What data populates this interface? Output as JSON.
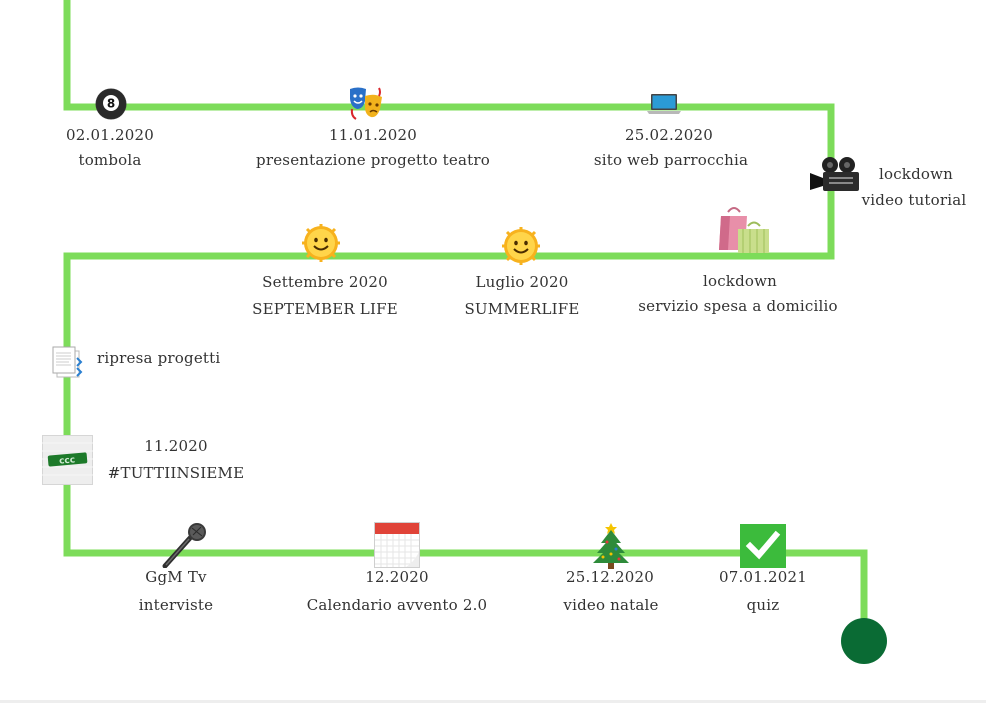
{
  "colors": {
    "path": "#7ddc5a",
    "end_dot": "#0a6b34"
  },
  "events": {
    "tombola": {
      "date": "02.01.2020",
      "title": "tombola",
      "icon": "billiard-8-ball-icon"
    },
    "teatro": {
      "date": "11.01.2020",
      "title": "presentazione progetto teatro",
      "icon": "theater-masks-icon"
    },
    "sito": {
      "date": "25.02.2020",
      "title": "sito web parrocchia",
      "icon": "laptop-icon"
    },
    "video_tutorial": {
      "line1": "lockdown",
      "line2": "video tutorial",
      "icon": "movie-camera-icon"
    },
    "spesa": {
      "line1": "lockdown",
      "line2": "servizio spesa a domicilio",
      "icon": "shopping-bags-icon"
    },
    "summerlife": {
      "date": "Luglio 2020",
      "title": "SUMMERLIFE",
      "icon": "smiling-sun-icon"
    },
    "september": {
      "date": "Settembre 2020",
      "title": "SEPTEMBER LIFE",
      "icon": "smiling-sun-icon"
    },
    "ripresa": {
      "title": "ripresa progetti",
      "icon": "documents-icon"
    },
    "tutti": {
      "date": "11.2020",
      "title": "#TUTTIINSIEME",
      "icon": "green-stamp-icon"
    },
    "gmtv": {
      "line1": "GgM Tv",
      "line2": "interviste",
      "icon": "microphone-icon"
    },
    "calendario": {
      "date": "12.2020",
      "title": "Calendario avvento 2.0",
      "icon": "calendar-icon"
    },
    "natale": {
      "date": "25.12.2020",
      "title": "video natale",
      "icon": "christmas-tree-icon"
    },
    "quiz": {
      "date": "07.01.2021",
      "title": "quiz",
      "icon": "check-box-icon"
    }
  }
}
